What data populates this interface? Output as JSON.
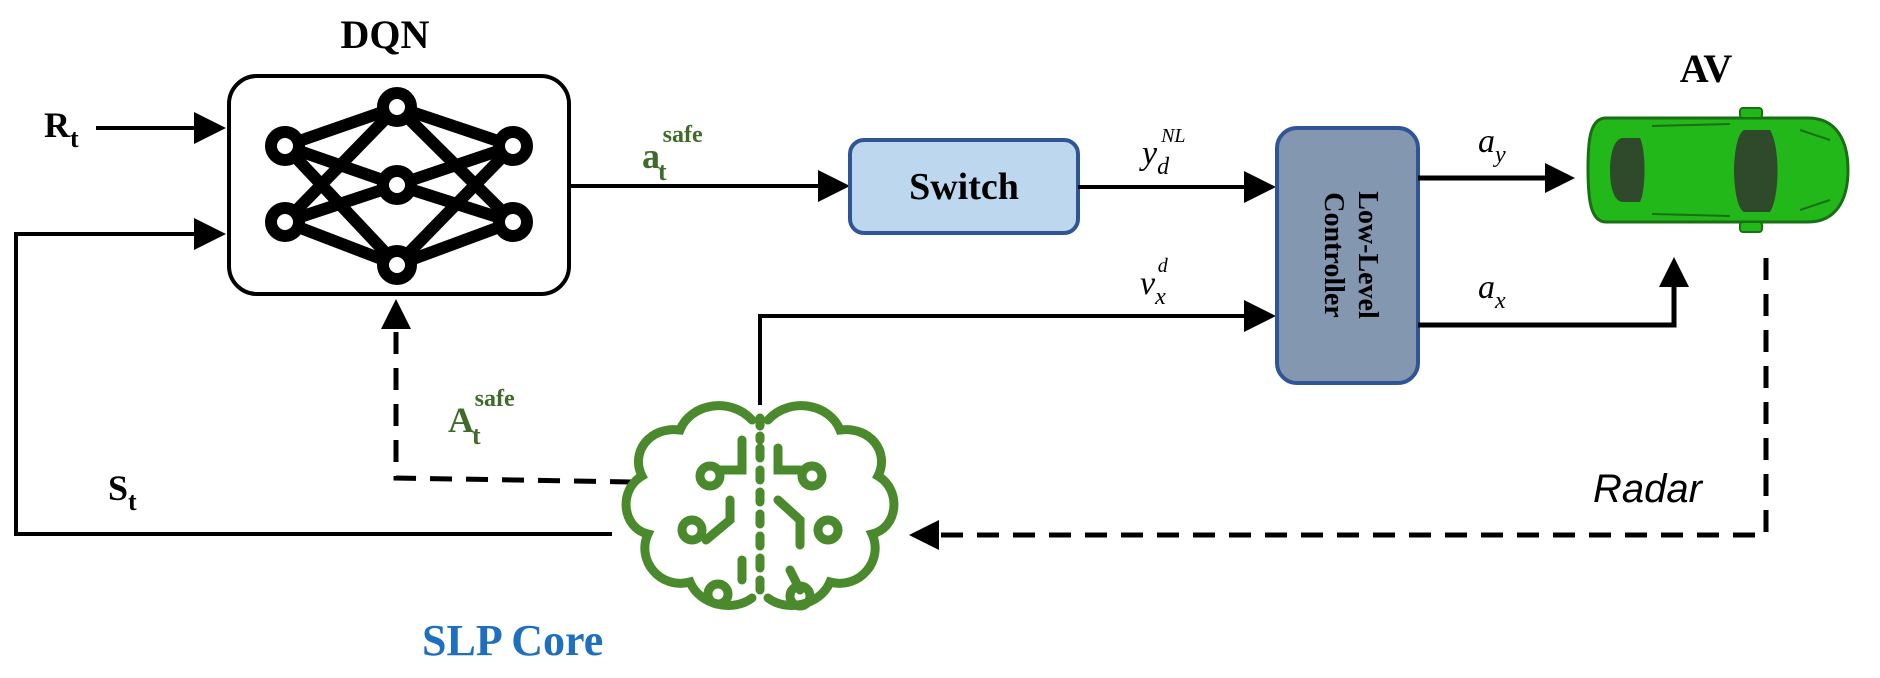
{
  "blocks": {
    "dqn_title": "DQN",
    "switch_label": "Switch",
    "controller_line1": "Low-Level",
    "controller_line2": "Controller",
    "av_title": "AV",
    "slp_label": "SLP Core"
  },
  "signals": {
    "reward": {
      "base": "R",
      "sub": "t"
    },
    "state": {
      "base": "S",
      "sub": "t"
    },
    "safe_action": {
      "base": "a",
      "sub": "t",
      "sup": "safe"
    },
    "safe_action_set": {
      "base": "A",
      "sub": "t",
      "sup": "safe"
    },
    "lateral_ref": {
      "base": "y",
      "sub": "d",
      "sup": "NL"
    },
    "velocity_ref": {
      "base": "v",
      "sub": "x",
      "sup": "d"
    },
    "lateral_accel": {
      "base": "a",
      "sub": "y"
    },
    "long_accel": {
      "base": "a",
      "sub": "x"
    },
    "radar": "Radar"
  },
  "colors": {
    "line": "#000000",
    "safe_label": "#3f6b2a",
    "slp_label": "#1f6fbf",
    "brain": "#4a8a2c",
    "switch_fill": "#bdd7ee",
    "switch_stroke": "#2f5597",
    "controller_fill": "#8497b0",
    "controller_stroke": "#2f5597",
    "car_body": "#22b81a",
    "car_glass": "#2e4a2a"
  },
  "icons": [
    "neural-network-icon",
    "brain-circuit-icon",
    "car-topview-icon"
  ]
}
